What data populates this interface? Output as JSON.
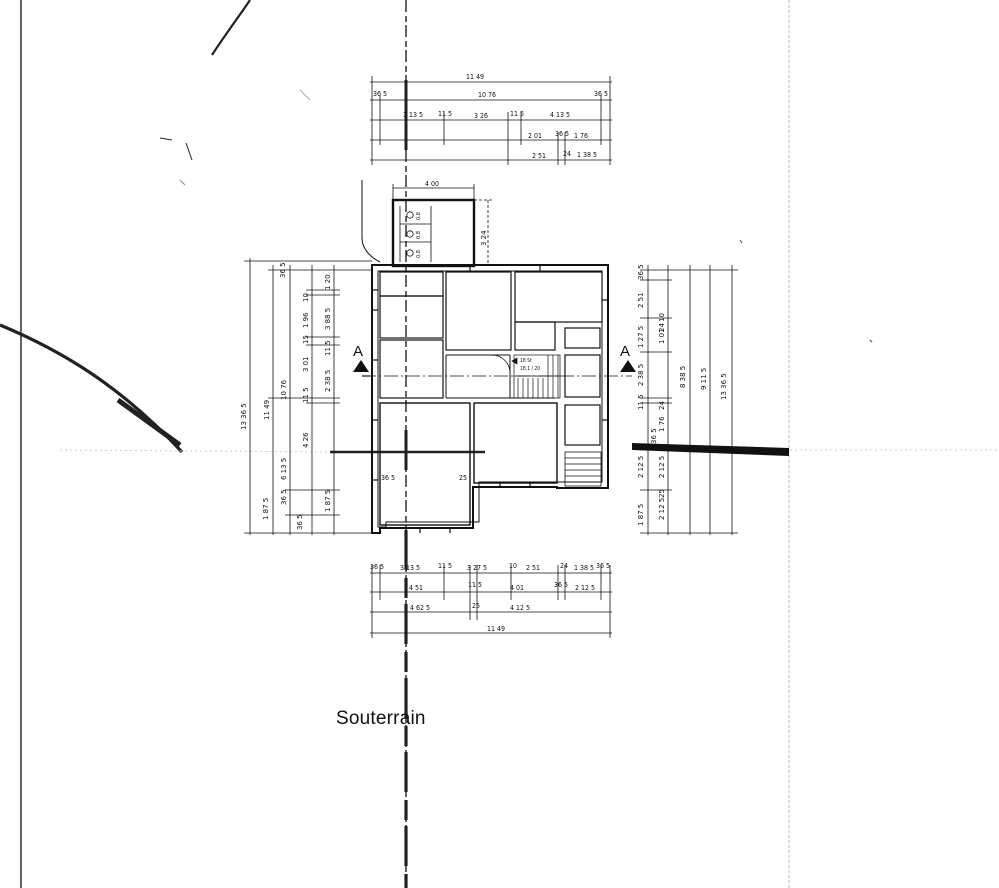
{
  "plan": {
    "title": "Souterrain",
    "section_label": "A",
    "stair_text": [
      "18 St",
      "18,1 / 20"
    ],
    "dims_top": {
      "row1": [
        "11 49"
      ],
      "row2": [
        "36 5",
        "10 76",
        "36 5"
      ],
      "row3": [
        "3 13 5",
        "11 5",
        "3 26",
        "11 5",
        "4 13 5"
      ],
      "row4": [
        "2 01",
        "36 5",
        "1 76"
      ],
      "row5": [
        "2 51",
        "24",
        "1 38 5"
      ]
    },
    "dims_bottom": {
      "row1": [
        "36 5",
        "3 13 5",
        "11 5",
        "3 27 5",
        "10",
        "2 51",
        "24",
        "1 38 5",
        "36 5"
      ],
      "row2": [
        "4 51",
        "11 5",
        "4 01",
        "36 5",
        "2 12 5"
      ],
      "row3": [
        "4 62 5",
        "25",
        "4 12 5"
      ],
      "row4": [
        "11 49"
      ]
    },
    "dims_left": {
      "outer": [
        "13 36 5"
      ],
      "second": [
        "11 49"
      ],
      "third": [
        "10 76",
        "6 13 5"
      ],
      "fourth": [
        "36 5",
        "1 96",
        "3 01",
        "11 5",
        "4 26",
        "36 5",
        "1 87 5",
        "36 5"
      ],
      "fifth": [
        "1 20",
        "10",
        "3 88 5",
        "15",
        "11 5",
        "2 38 5",
        "1 87 5"
      ]
    },
    "dims_right": {
      "outer": [
        "13 36 5"
      ],
      "second": [
        "9 11 5"
      ],
      "third": [
        "8 38 5",
        "2 12 5"
      ],
      "fourth": [
        "36 5",
        "2 51",
        "1 27 5",
        "2 38 5",
        "11 5",
        "2 12 5",
        "1 87 5"
      ],
      "fifth": [
        "10",
        "24",
        "1 01",
        "1 76",
        "24",
        "25",
        "36 5",
        "2 12 5"
      ]
    },
    "annex": {
      "width": "4 00",
      "depth": "3 24",
      "wc_labels": [
        "0,8",
        "0,8",
        "0,8"
      ]
    },
    "misc_dims": [
      "36 5",
      "25"
    ]
  }
}
